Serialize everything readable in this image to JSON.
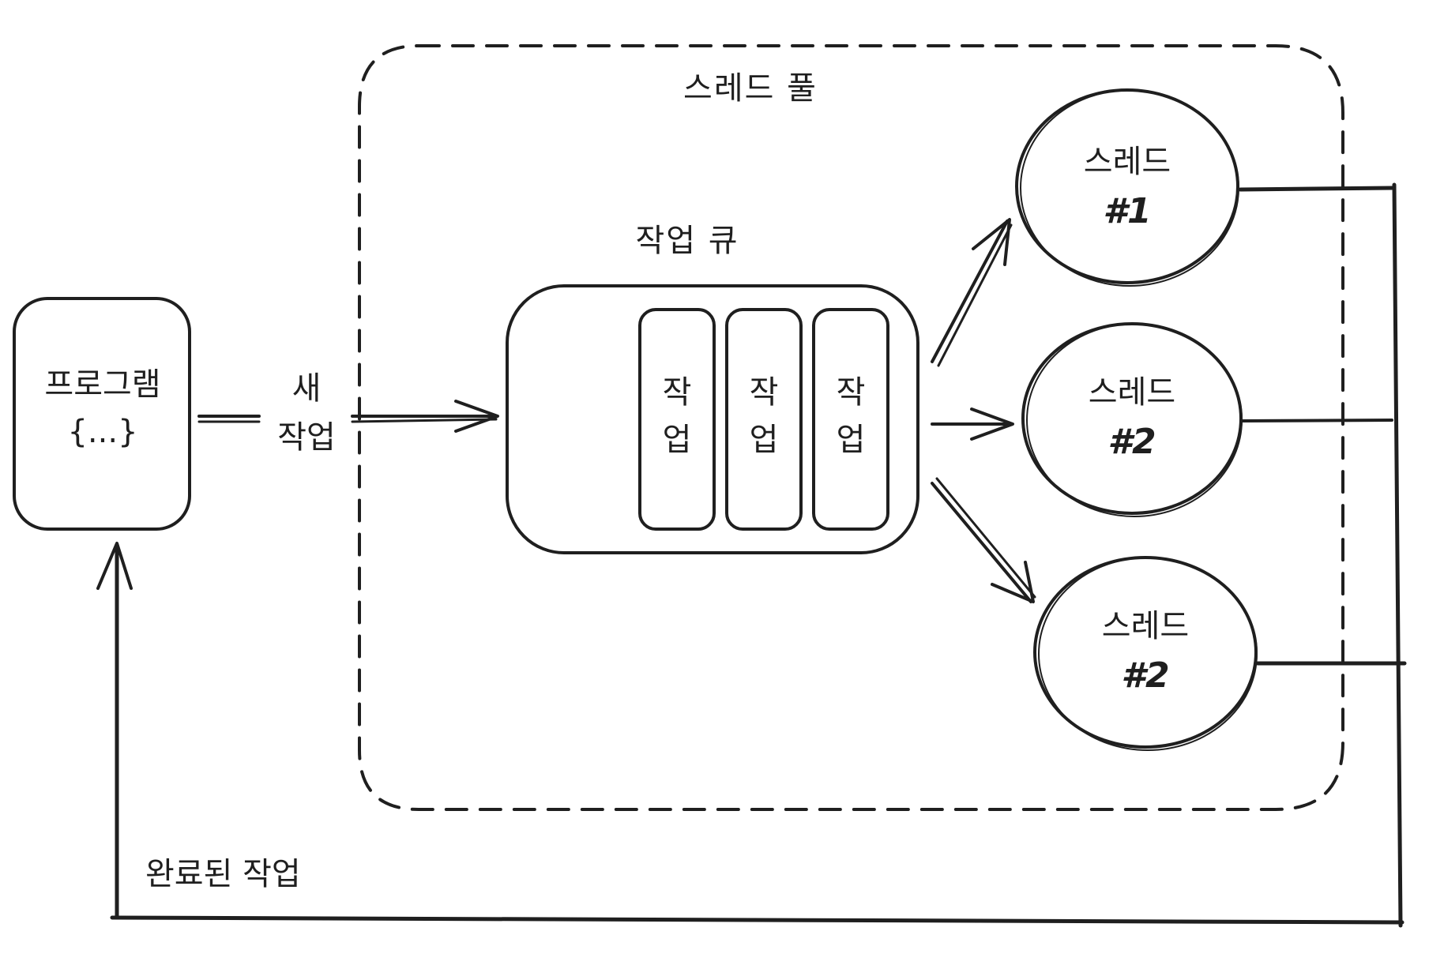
{
  "diagram": {
    "program": {
      "label": "프로그램",
      "code": "{...}"
    },
    "new_task": {
      "line1": "새",
      "line2": "작업"
    },
    "pool": {
      "title": "스레드 풀"
    },
    "queue": {
      "title": "작업 큐",
      "items": [
        {
          "top": "작",
          "bottom": "업"
        },
        {
          "top": "작",
          "bottom": "업"
        },
        {
          "top": "작",
          "bottom": "업"
        }
      ]
    },
    "threads": [
      {
        "name": "스레드",
        "number": "#1"
      },
      {
        "name": "스레드",
        "number": "#2"
      },
      {
        "name": "스레드",
        "number": "#2"
      }
    ],
    "completed": {
      "label": "완료된 작업"
    }
  },
  "colors": {
    "ink": "#1f1f1f",
    "background": "#ffffff"
  }
}
